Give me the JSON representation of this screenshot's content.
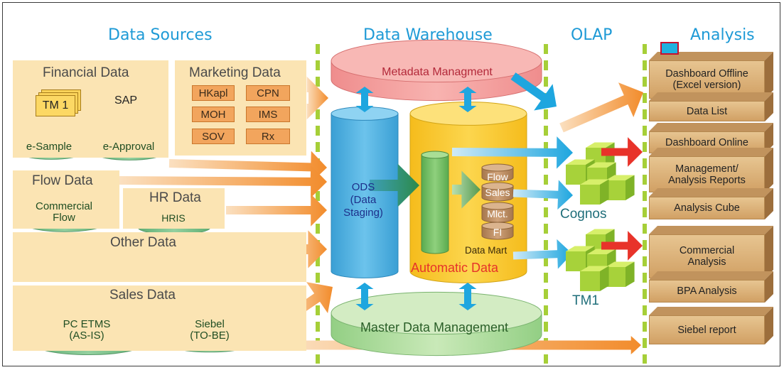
{
  "headers": {
    "sources": "Data Sources",
    "warehouse": "Data Warehouse",
    "olap": "OLAP",
    "analysis": "Analysis"
  },
  "sources": {
    "financial": {
      "title": "Financial Data",
      "tm1": "TM 1",
      "sap": "SAP",
      "esample": "e-Sample",
      "eapproval": "e-Approval"
    },
    "marketing": {
      "title": "Marketing Data",
      "items": [
        "HKapl",
        "CPN",
        "MOH",
        "IMS",
        "SOV",
        "Rx"
      ]
    },
    "flow": {
      "title": "Flow Data",
      "commercial_line1": "Commercial",
      "commercial_line2": "Flow"
    },
    "hr": {
      "title": "HR Data",
      "hris": "HRIS"
    },
    "other": {
      "title": "Other Data"
    },
    "sales": {
      "title": "Sales Data",
      "pcetms_line1": "PC ETMS",
      "pcetms_line2": "(AS-IS)",
      "siebel_line1": "Siebel",
      "siebel_line2": "(TO-BE)"
    }
  },
  "warehouse": {
    "metadata": "Metadata Managment",
    "ods_line1": "ODS",
    "ods_line2": "(Data",
    "ods_line3": "Staging)",
    "marts": [
      "Flow",
      "Sales",
      "Mlct.",
      "FI"
    ],
    "data_mart": "Data Mart",
    "automatic": "Automatic Data",
    "master": "Master  Data Management"
  },
  "olap": {
    "cognos": "Cognos",
    "tm1": "TM1"
  },
  "analysis": {
    "dashboard_offline_line1": "Dashboard Offline",
    "dashboard_offline_line2": "(Excel version)",
    "data_list": "Data List",
    "dashboard_online": "Dashboard Online",
    "mgmt_line1": "Management/",
    "mgmt_line2": "Analysis Reports",
    "analysis_cube": "Analysis Cube",
    "commercial_line1": "Commercial",
    "commercial_line2": "Analysis",
    "bpa": "BPA Analysis",
    "siebel_report": "Siebel report"
  },
  "colors": {
    "header_blue": "#1e9ad6",
    "panel_bg": "#fbe4b3",
    "source_box": "#f2a55d",
    "db_green": "#7cc287",
    "ods_blue": "#4fb2e2",
    "automatic_yellow": "#f9ca2c",
    "metadata_pink": "#f39a9a",
    "master_green": "#a9d99a",
    "divider_green": "#a6cf38",
    "arrow_orange": "#f39c45",
    "arrow_blue": "#1ea6df",
    "arrow_red": "#e8332a"
  }
}
